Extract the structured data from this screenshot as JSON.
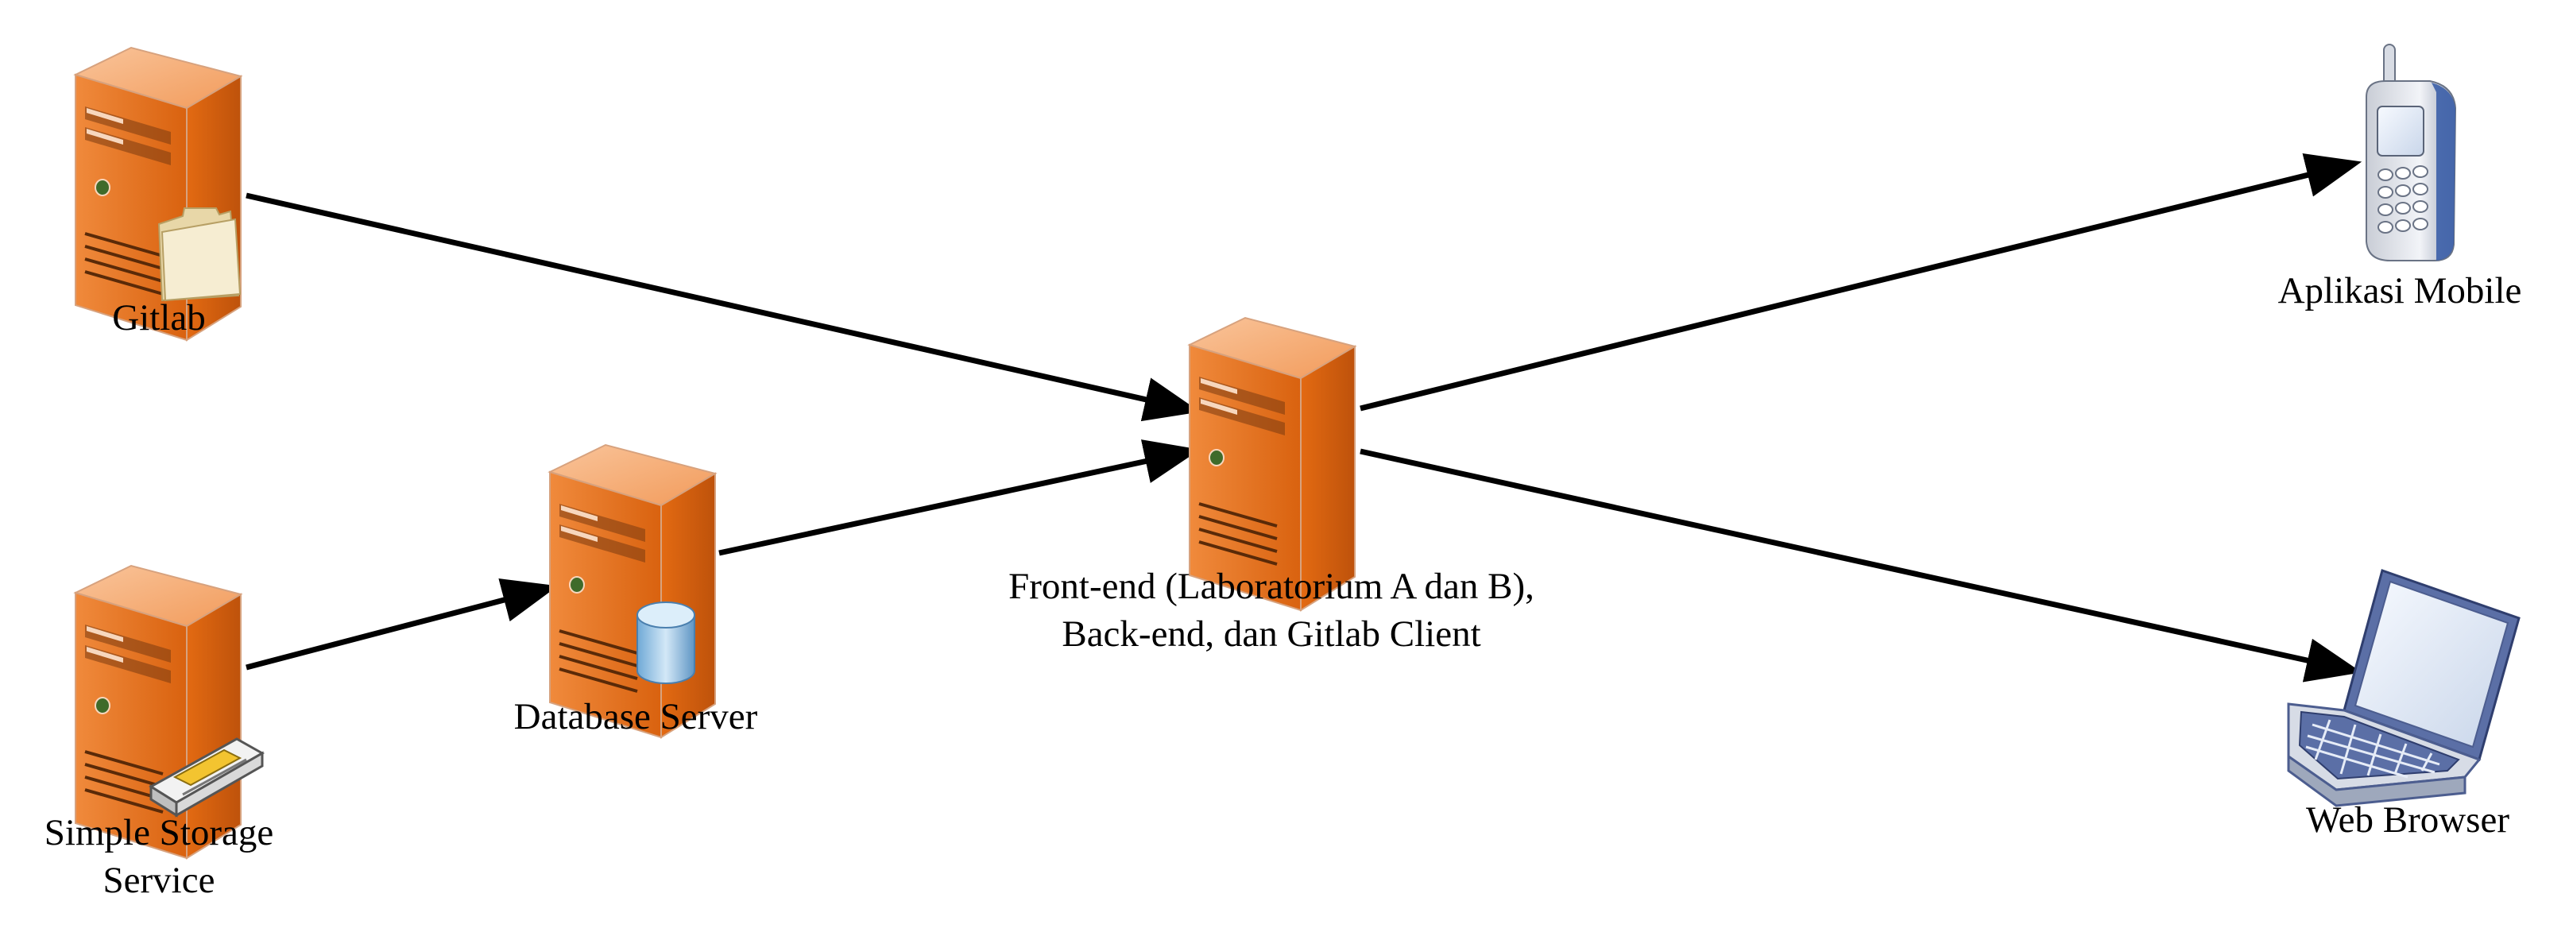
{
  "colors": {
    "server_light": "#F5A86A",
    "server_mid": "#E8721F",
    "server_dark": "#B9500E",
    "arrow": "#000000",
    "db_blue": "#8FC3E6",
    "device_blue": "#3C5FA8"
  },
  "nodes": {
    "gitlab": {
      "label": "Gitlab",
      "icon": "server-with-folder-icon"
    },
    "storage": {
      "label_line1": "Simple Storage",
      "label_line2": "Service",
      "icon": "server-with-storage-icon"
    },
    "database": {
      "label": "Database Server",
      "icon": "server-with-database-icon"
    },
    "frontend": {
      "label_line1": "Front-end (Laboratorium A dan B),",
      "label_line2": "Back-end, dan Gitlab Client",
      "icon": "server-icon"
    },
    "mobile": {
      "label": "Aplikasi Mobile",
      "icon": "mobile-phone-icon"
    },
    "browser": {
      "label": "Web Browser",
      "icon": "laptop-icon"
    }
  },
  "edges": [
    {
      "from": "gitlab",
      "to": "frontend"
    },
    {
      "from": "database",
      "to": "frontend"
    },
    {
      "from": "storage",
      "to": "database"
    },
    {
      "from": "frontend",
      "to": "mobile"
    },
    {
      "from": "frontend",
      "to": "browser"
    }
  ]
}
